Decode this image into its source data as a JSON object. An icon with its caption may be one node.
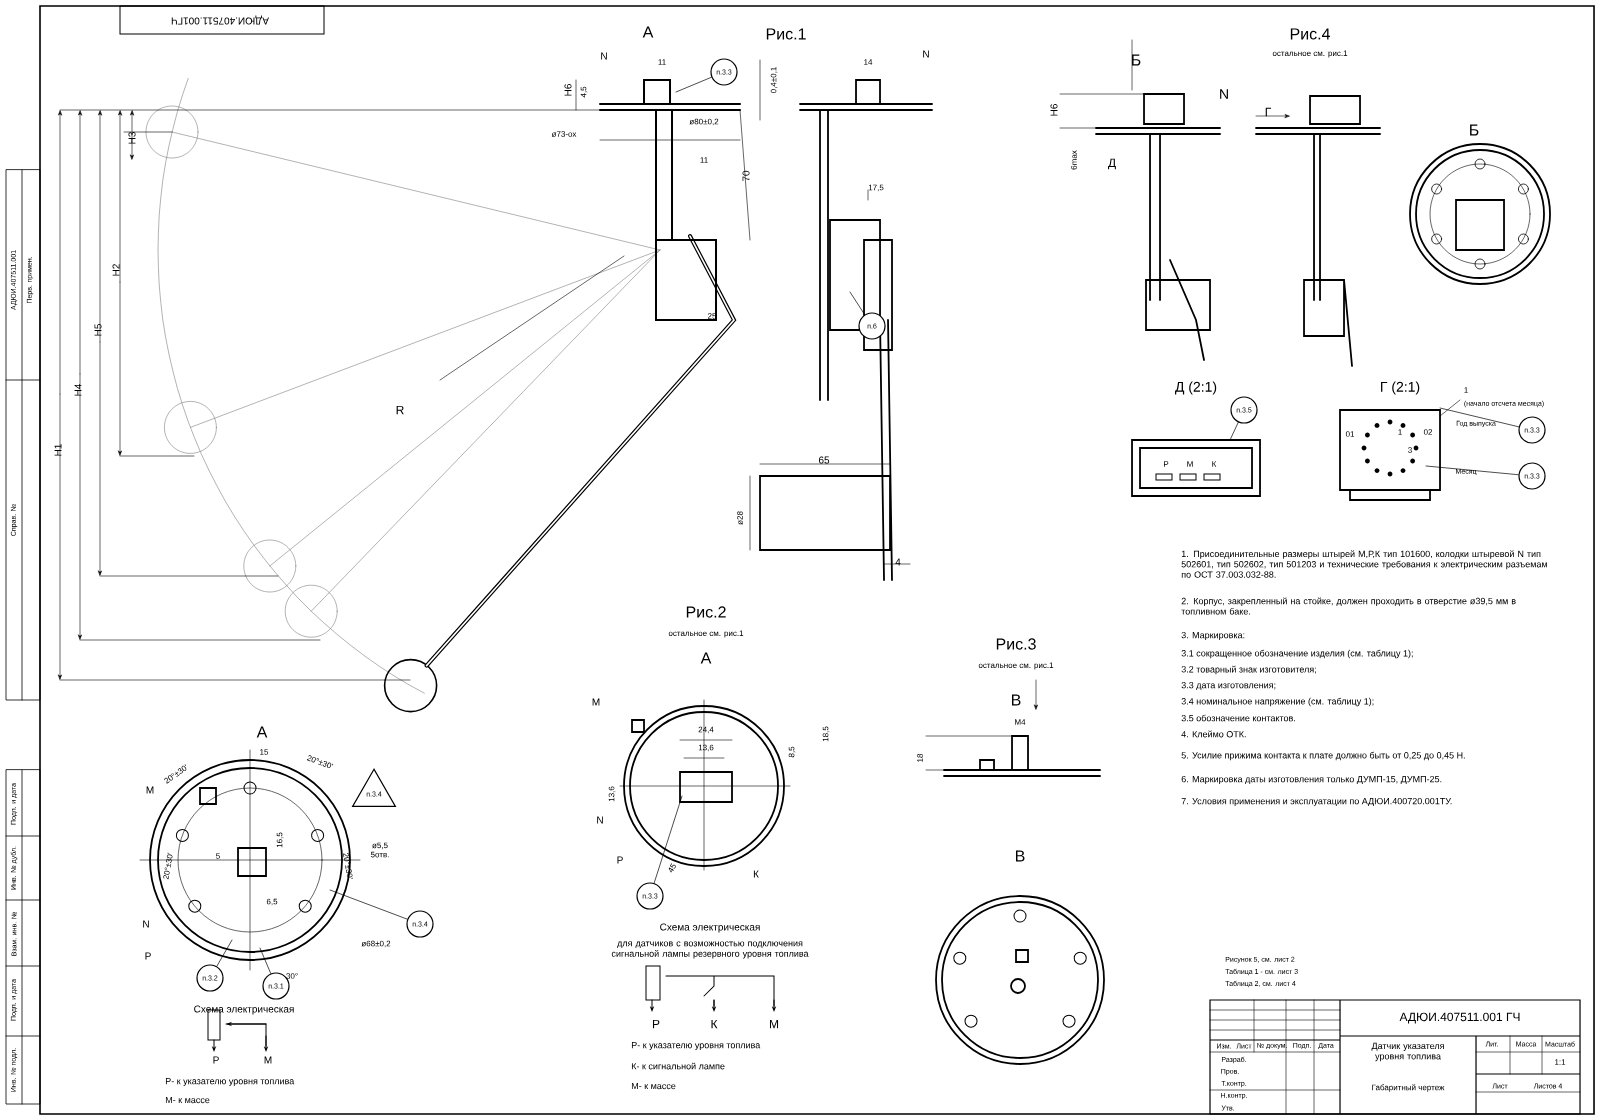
{
  "diagram": {
    "nodes": [
      {
        "text": [
          "п.3.3"
        ]
      },
      {
        "text": [
          "п.6"
        ]
      },
      {
        "text": [
          "п.3.5"
        ]
      },
      {
        "text": [
          "п.3.3"
        ]
      },
      {
        "text": [
          "п.3.3"
        ]
      },
      {
        "text": [
          "п.3.3"
        ]
      },
      {
        "text": [
          "п.3.4"
        ]
      },
      {
        "text": [
          "п.3.4"
        ]
      },
      {
        "text": [
          "п.3.2"
        ]
      },
      {
        "text": [
          "п.3.1"
        ]
      }
    ],
    "edges": [
      {
        "from": 0,
        "to": null,
        "arrow": "none"
      },
      {
        "from": 1,
        "to": null,
        "arrow": "none"
      },
      {
        "from": 2,
        "to": null,
        "arrow": "none"
      },
      {
        "from": 3,
        "to": null,
        "arrow": "none"
      },
      {
        "from": 4,
        "to": null,
        "arrow": "none"
      },
      {
        "from": 5,
        "to": null,
        "arrow": "none"
      },
      {
        "from": 7,
        "to": null,
        "arrow": "none"
      },
      {
        "from": 8,
        "to": null,
        "arrow": "none"
      },
      {
        "from": 9,
        "to": null,
        "arrow": "none"
      }
    ],
    "labels": [
      "АДЮИ.407511.001ГЧ",
      "А",
      "Рис.1",
      "N",
      "11",
      "Н6",
      "4,5",
      "0,4±0,1",
      "ø73-ох",
      "ø80±0,2",
      "11",
      "70",
      "25",
      "Н3",
      "Н2",
      "Н5",
      "Н4",
      "Н1",
      "R",
      "14",
      "N",
      "17,5",
      "65",
      "ø28",
      "4",
      "Рис.4",
      "остальное см. рис.1",
      "Б",
      "N",
      "Н6",
      "6max",
      "Д",
      "Г",
      "Б",
      "Д (2:1)",
      "Р",
      "М",
      "К",
      "Г (2:1)",
      "1",
      "(начало отсчета месяца)",
      "01",
      "1",
      "02",
      "3",
      "Год выпуска",
      "Месяц",
      "А",
      "15",
      "20°±30'",
      "20°±30'",
      "М",
      "16,5",
      "ø5,5 5отв.",
      "20°±30'",
      "20°±30'",
      "5",
      "6,5",
      "N",
      "Р",
      "ø68±0,2",
      "30°",
      "Схема электрическая",
      "Р",
      "М",
      "Р- к указателю уровня топлива",
      "М- к массе",
      "Рис.2",
      "остальное см. рис.1",
      "А",
      "М",
      "24,4",
      "13,6",
      "8,5",
      "18,5",
      "13,6",
      "N",
      "Р",
      "45",
      "К",
      "Схема электрическая",
      "для датчиков с возможностью подключения сигнальной лампы резервного уровня топлива",
      "Р",
      "К",
      "М",
      "Р- к указателю уровня топлива",
      "К- к сигнальной лампе",
      "М- к массе",
      "Рис.3",
      "остальное см. рис.1",
      "В",
      "М4",
      "18",
      "В",
      "1. Присоединительные размеры штырей М,Р,К тип 101600, колодки штыревой N тип 502601, тип 502602, тип 501203 и технические требования к электрическим разъемам по ОСТ 37.003.032-88.",
      "2. Корпус, закрепленный на стойке, должен проходить в отверстие ø39,5 мм в топливном баке.",
      "3. Маркировка:",
      "3.1 сокращенное обозначение изделия (см. таблицу 1);",
      "3.2 товарный знак изготовителя;",
      "3.3 дата изготовления;",
      "3.4 номинальное напряжение (см. таблицу 1);",
      "3.5 обозначение контактов.",
      "4. Клеймо ОТК.",
      "5. Усилие прижима контакта к плате должно быть от 0,25 до 0,45 Н.",
      "6. Маркировка даты изготовления только ДУМП-15, ДУМП-25.",
      "7. Условия применения и эксплуатации по АДЮИ.400720.001ТУ.",
      "Рисунок 5, см. лист 2",
      "Таблица 1 - см. лист 3",
      "Таблица 2, см. лист 4",
      "АДЮИ.407511.001 ГЧ",
      "Датчик указателя уровня топлива",
      "Габаритный чертеж",
      "Лит.",
      "Масса",
      "Масштаб",
      "1:1",
      "Лист",
      "Листов 4",
      "Изм.",
      "Лист",
      "№ докум.",
      "Подп.",
      "Дата",
      "Разраб.",
      "Пров.",
      "Т.контр.",
      "Н.контр.",
      "Утв.",
      "АДЮИ.407511.001",
      "Перв. примен.",
      "Справ. №",
      "Подп. и дата",
      "Инв. № дубл.",
      "Взам. инв. №",
      "Подп. и дата",
      "Инв. № подл."
    ]
  }
}
